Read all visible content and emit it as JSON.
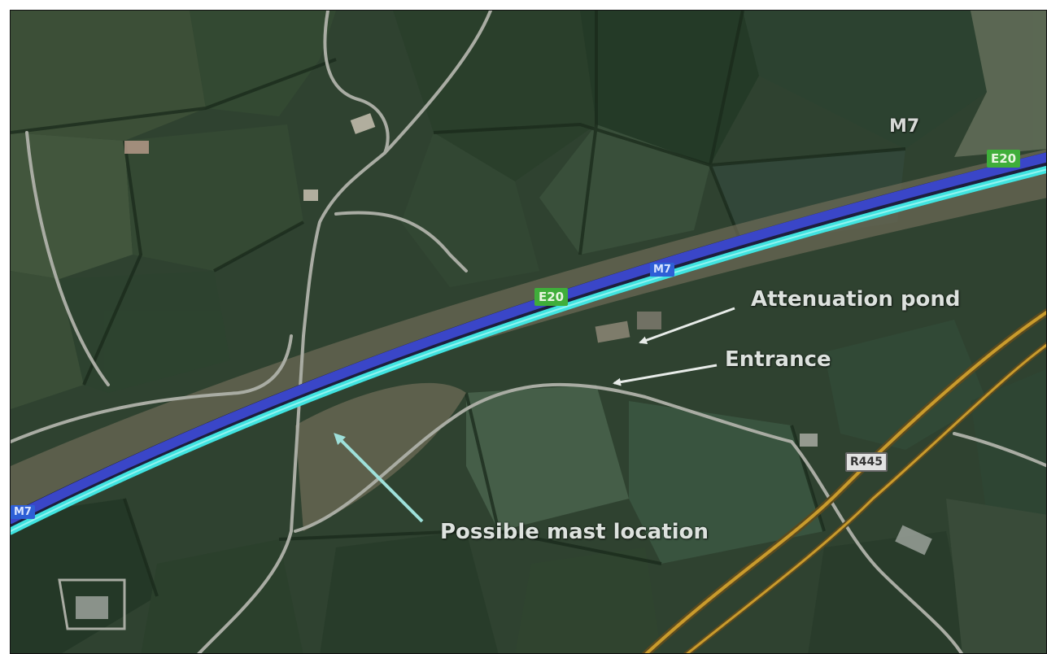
{
  "labels": {
    "motorway": "M7",
    "euroroute_east": "E20",
    "euroroute_mid": "E20",
    "m_shield_mid": "M7",
    "m_shield_west": "M7",
    "regional_road": "R445",
    "attenuation_pond": "Attenuation pond",
    "entrance": "Entrance",
    "mast": "Possible mast location"
  },
  "colors": {
    "motorway_cyan": "#3fe3e0",
    "motorway_blue": "#3a46c8",
    "national_road": "#c99b2c",
    "minor_road": "#a9aca3",
    "euroroute_shield": "#3fae3a",
    "annotation_text": "#dde2de"
  },
  "icons": {
    "arrow_pond": "arrow-icon",
    "arrow_entrance": "arrow-icon",
    "arrow_mast": "arrow-icon"
  }
}
